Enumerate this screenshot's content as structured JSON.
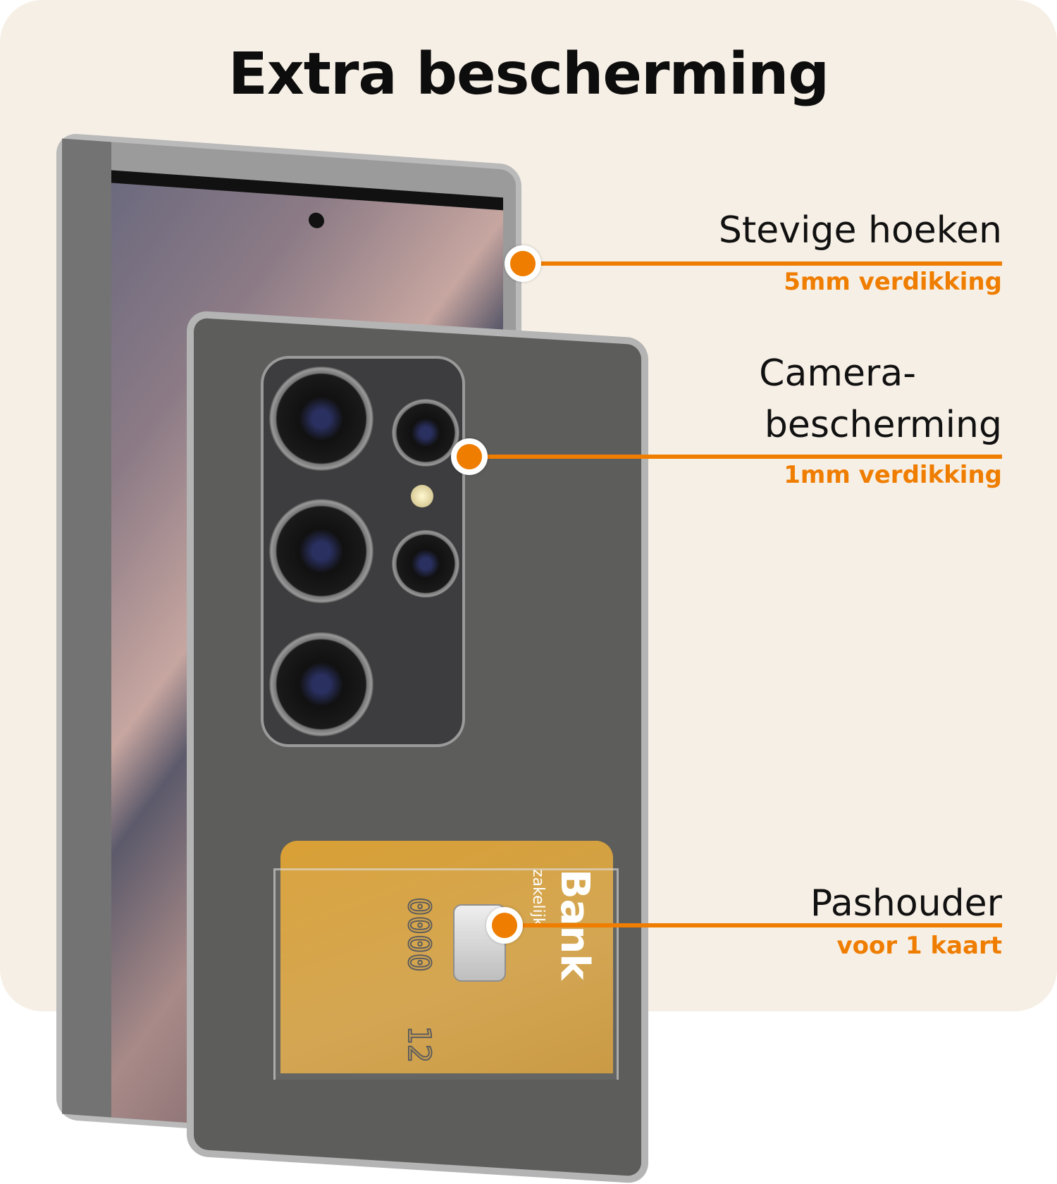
{
  "title": "Extra bescherming",
  "accent_color": "#ef7d00",
  "callouts": [
    {
      "heading": "Stevige hoeken",
      "detail": "5mm verdikking"
    },
    {
      "heading_line1": "Camera-",
      "heading_line2": "bescherming",
      "detail": "1mm verdikking"
    },
    {
      "heading": "Pashouder",
      "detail": "voor 1 kaart"
    }
  ],
  "card": {
    "brand": "Bank",
    "type": "zakelijk",
    "number": "0000",
    "number_partial": "12"
  }
}
